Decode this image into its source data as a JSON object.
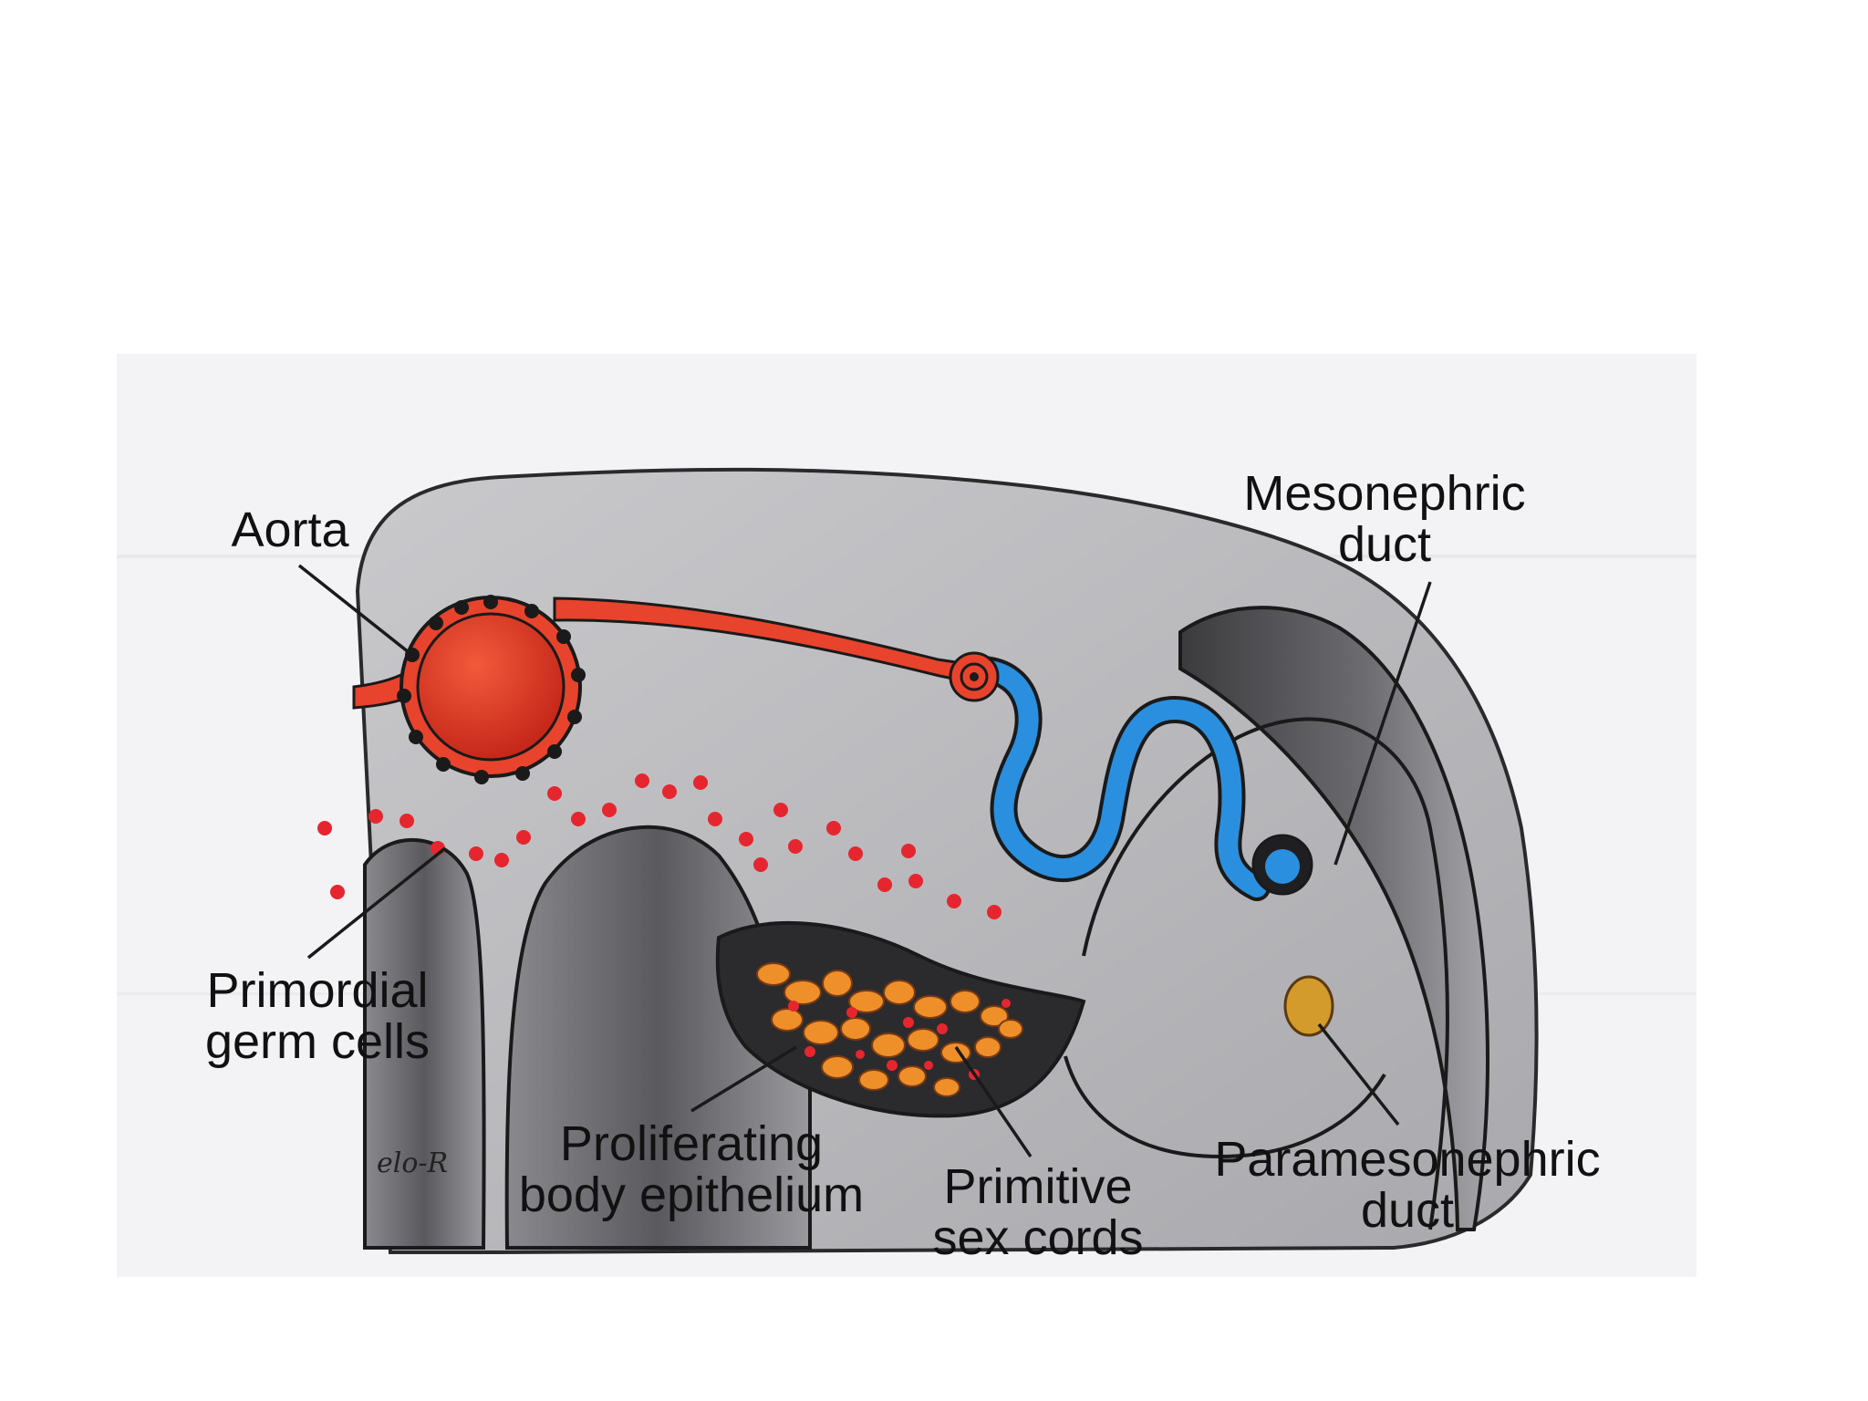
{
  "labels": {
    "aorta": [
      "Aorta"
    ],
    "mesonephric_duct": [
      "Mesonephric",
      "duct"
    ],
    "primordial_germ_cells": [
      "Primordial",
      "germ cells"
    ],
    "proliferating_body_epithelium": [
      "Proliferating",
      "body epithelium"
    ],
    "primitive_sex_cords": [
      "Primitive",
      "sex cords"
    ],
    "paramesonephric_duct": [
      "Paramesonephric",
      "duct"
    ]
  },
  "signature": "elo-R",
  "colors": {
    "slide_background": "#ffffff",
    "figure_background": "#f3f3f5",
    "tissue_gray": "#bdbdc0",
    "aorta_red": "#e8432c",
    "germ_cell_red": "#e6262e",
    "mesonephric_blue": "#2a8fde",
    "sex_cord_orange": "#ef8f2a",
    "paramesonephric_tan": "#d39a2c",
    "dark_tissue": "#2b2b2e",
    "outline": "#1a1a1a"
  }
}
